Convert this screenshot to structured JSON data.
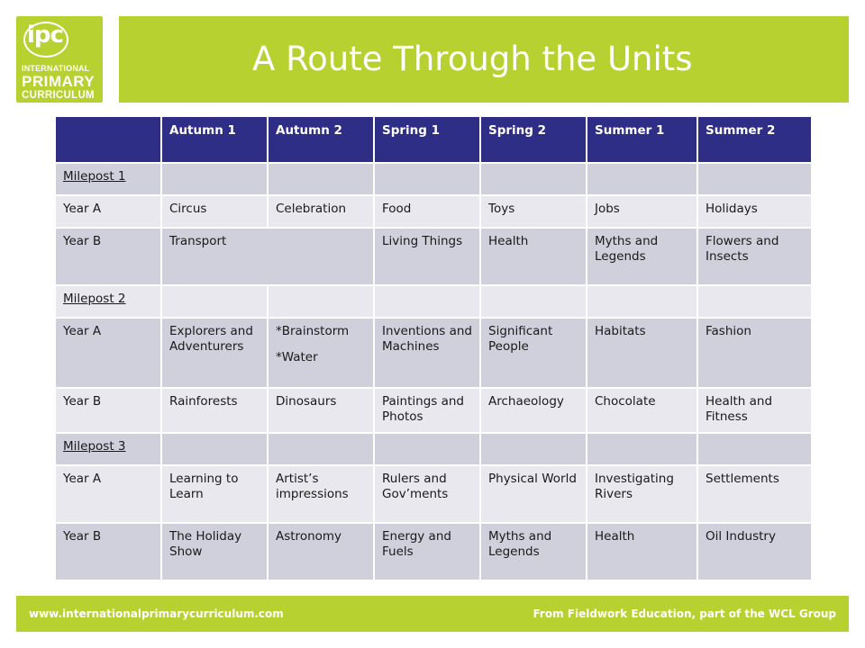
{
  "logo": {
    "ipc": "ipc",
    "line1": "INTERNATIONAL",
    "line2": "PRIMARY",
    "line3": "CURRICULUM"
  },
  "title": "A Route Through the Units",
  "colors": {
    "accent": "#b7d131",
    "header_row": "#2e2e86",
    "row_dark": "#cfd0dc",
    "row_light": "#e8e8ee"
  },
  "table": {
    "headers": [
      "",
      "Autumn 1",
      "Autumn 2",
      "Spring 1",
      "Spring 2",
      "Summer 1",
      "Summer 2"
    ],
    "milestones": [
      "Milepost 1",
      "Milepost 2",
      "Milepost 3"
    ],
    "mp1_year_a": [
      "Year A",
      "Circus",
      "Celebration",
      "Food",
      "Toys",
      "Jobs",
      "Holidays"
    ],
    "mp1_year_b": [
      "Year B",
      "Transport",
      "Living Things",
      "Health",
      "Myths and Legends",
      "Flowers and Insects"
    ],
    "mp2_year_a": [
      "Year A",
      "Explorers and Adventurers",
      "*Brainstorm",
      "*Water",
      "Inventions and Machines",
      "Significant People",
      "Habitats",
      "Fashion"
    ],
    "mp2_year_b": [
      "Year B",
      "Rainforests",
      "Dinosaurs",
      "Paintings and Photos",
      "Archaeology",
      "Chocolate",
      "Health and Fitness"
    ],
    "mp3_year_a": [
      "Year A",
      "Learning to Learn",
      "Artist’s impressions",
      "Rulers and Gov’ments",
      "Physical World",
      "Investigating Rivers",
      "Settlements"
    ],
    "mp3_year_b": [
      "Year B",
      "The Holiday Show",
      "Astronomy",
      "Energy and Fuels",
      "Myths and Legends",
      "Health",
      "Oil Industry"
    ]
  },
  "footer": {
    "left": "www.internationalprimarycurriculum.com",
    "right": "From Fieldwork Education, part of the WCL Group"
  }
}
